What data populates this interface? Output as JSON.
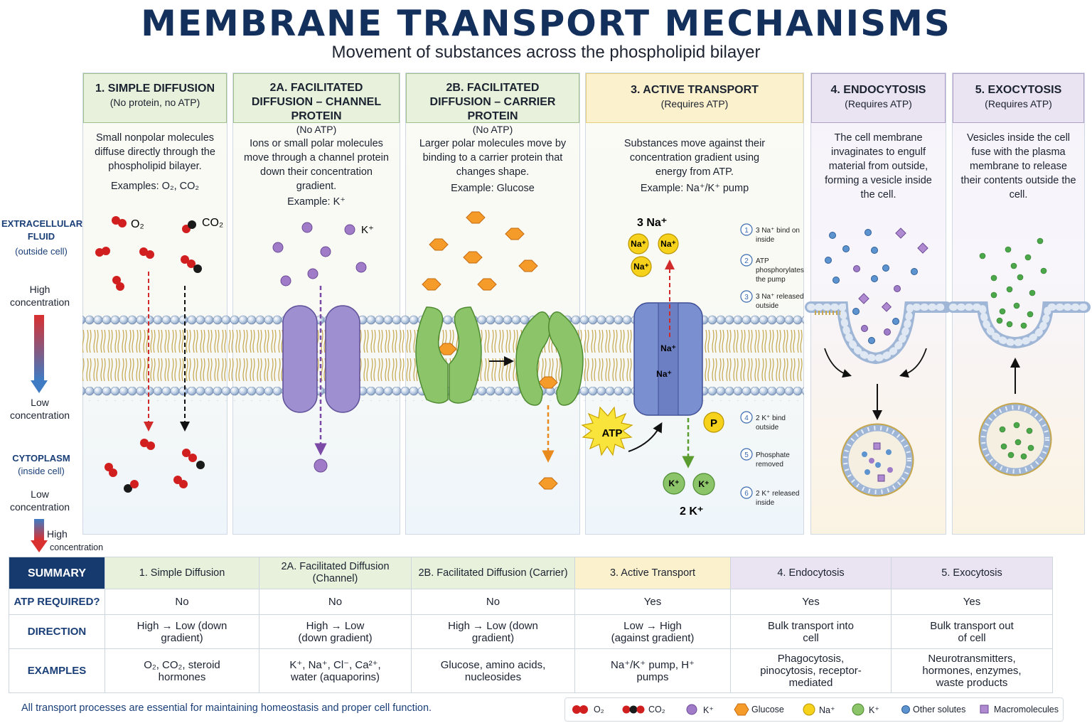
{
  "title": "MEMBRANE TRANSPORT MECHANISMS",
  "subtitle": "Movement of substances across the phospholipid bilayer",
  "side": {
    "extracellular_title": "EXTRACELLULAR FLUID",
    "extracellular_sub": "(outside cell)",
    "high_top": "High concentration",
    "low_mid": "Low concentration",
    "cytoplasm_title": "CYTOPLASM",
    "cytoplasm_sub": "(inside cell)",
    "low_bottom": "Low concentration",
    "high_bottom": "High",
    "high_bottom2": "concentration"
  },
  "panels": [
    {
      "title": "1. SIMPLE DIFFUSION",
      "sub": "(No protein, no ATP)",
      "desc": "Small nonpolar molecules diffuse directly through the phospholipid bilayer.",
      "example": "Examples: O₂, CO₂"
    },
    {
      "title": "2A. FACILITATED DIFFUSION – CHANNEL PROTEIN",
      "sub": "(No ATP)",
      "desc": "Ions or small polar molecules move through a channel protein down their concentration gradient.",
      "example": "Example: K⁺"
    },
    {
      "title": "2B. FACILITATED DIFFUSION – CARRIER PROTEIN",
      "sub": "(No ATP)",
      "desc": "Larger polar molecules move by binding to a carrier protein that changes shape.",
      "example": "Example: Glucose"
    },
    {
      "title": "3. ACTIVE TRANSPORT",
      "sub": "(Requires ATP)",
      "desc": "Substances move against their concentration gradient using energy from ATP.",
      "example": "Example: Na⁺/K⁺ pump"
    },
    {
      "title": "4. ENDOCYTOSIS",
      "sub": "(Requires ATP)",
      "desc": "The cell membrane invaginates to engulf material from outside, forming a vesicle inside the cell.",
      "example": ""
    },
    {
      "title": "5. EXOCYTOSIS",
      "sub": "(Requires ATP)",
      "desc": "Vesicles inside the cell fuse with the plasma membrane to release their contents outside the cell.",
      "example": ""
    }
  ],
  "diagram_labels": {
    "o2": "O₂",
    "co2": "CO₂",
    "k": "K⁺",
    "na3": "3 Na⁺",
    "k2": "2 K⁺",
    "na_ion": "Na⁺",
    "k_ion": "K⁺",
    "atp": "ATP",
    "p": "P"
  },
  "pump_steps": [
    {
      "n": "1",
      "text": "3 Na⁺ bind on inside"
    },
    {
      "n": "2",
      "text": "ATP phosphorylates the pump"
    },
    {
      "n": "3",
      "text": "3 Na⁺ released outside"
    },
    {
      "n": "4",
      "text": "2 K⁺ bind outside"
    },
    {
      "n": "5",
      "text": "Phosphate removed"
    },
    {
      "n": "6",
      "text": "2 K⁺ released inside"
    }
  ],
  "summary": {
    "corner": "SUMMARY",
    "columns": [
      "1. Simple Diffusion",
      "2A. Facilitated Diffusion (Channel)",
      "2B. Facilitated Diffusion (Carrier)",
      "3. Active Transport",
      "4. Endocytosis",
      "5. Exocytosis"
    ],
    "rows": [
      {
        "label": "ATP REQUIRED?",
        "cells": [
          "No",
          "No",
          "No",
          "Yes",
          "Yes",
          "Yes"
        ]
      },
      {
        "label": "DIRECTION",
        "cells": [
          "High → Low (down gradient)",
          "High → Low (down gradient)",
          "High → Low (down gradient)",
          "Low → High (against gradient)",
          "Bulk transport into cell",
          "Bulk transport out of cell"
        ]
      },
      {
        "label": "EXAMPLES",
        "cells": [
          "O₂, CO₂, steroid hormones",
          "K⁺, Na⁺, Cl⁻, Ca²⁺, water (aquaporins)",
          "Glucose, amino acids, nucleosides",
          "Na⁺/K⁺ pump, H⁺ pumps",
          "Phagocytosis, pinocytosis, receptor-mediated",
          "Neurotransmitters, hormones, enzymes, waste products"
        ]
      }
    ]
  },
  "footer": "All transport processes are essential for maintaining homeostasis and proper cell function.",
  "legend": [
    {
      "label": "O₂",
      "icon": "o2-molecule"
    },
    {
      "label": "CO₂",
      "icon": "co2-molecule"
    },
    {
      "label": "K⁺",
      "icon": "purple-dot"
    },
    {
      "label": "Glucose",
      "icon": "orange-hexagon"
    },
    {
      "label": "Na⁺",
      "icon": "yellow-dot"
    },
    {
      "label": "K⁺",
      "icon": "green-dot"
    },
    {
      "label": "Other solutes",
      "icon": "blue-dot"
    },
    {
      "label": "Macromolecules",
      "icon": "purple-square"
    }
  ],
  "colors": {
    "title": "#13305c",
    "header_green": "#e8f1dc",
    "header_yellow": "#fbf1cc",
    "header_purple": "#e9e3f2",
    "navy": "#173a6e"
  }
}
